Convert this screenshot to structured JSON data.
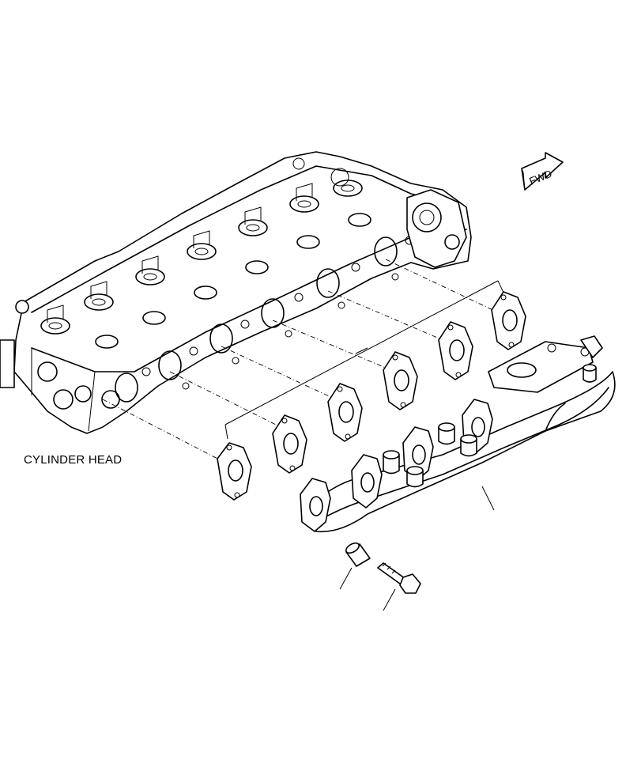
{
  "diagram": {
    "labels": {
      "cylinder_head": "CYLINDER HEAD",
      "forward_arrow": "FWD"
    },
    "parts": {
      "cylinder_head": "cylinder-head",
      "gaskets": 6,
      "exhaust_manifold": "exhaust-manifold",
      "spacer": "spacer",
      "bolt": "flange-bolt"
    }
  }
}
